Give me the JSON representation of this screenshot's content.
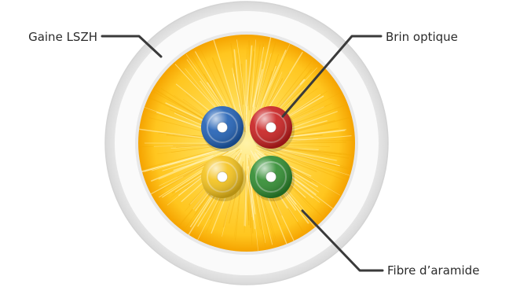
{
  "labels": {
    "sheath": "Gaine LSZH",
    "fiber": "Brin optique",
    "aramid": "Fibre d’aramide"
  },
  "fibers": [
    {
      "name": "fiber-blue",
      "color": "#1f5fb4"
    },
    {
      "name": "fiber-red",
      "color": "#c81e1e"
    },
    {
      "name": "fiber-yellow",
      "color": "#f4c21a"
    },
    {
      "name": "fiber-green",
      "color": "#2e8b2e"
    }
  ],
  "colors": {
    "sheath": "#e6e6e6",
    "aramid_core": "#ffd21a",
    "aramid_edge": "#f7a800",
    "leader": "#3a3a3a"
  }
}
